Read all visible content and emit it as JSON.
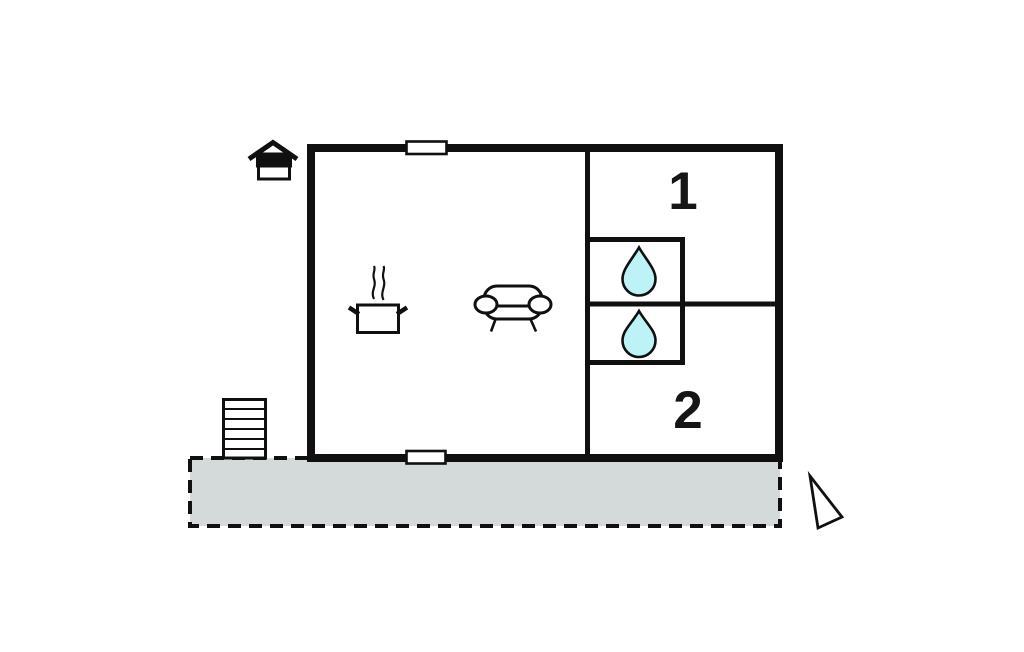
{
  "rooms": {
    "room1": {
      "label": "1"
    },
    "room2": {
      "label": "2"
    }
  },
  "icons": {
    "sauna_house": "sauna-house-icon",
    "cooking_pot": "cooking-pot-icon",
    "sofa": "sofa-icon",
    "water_drop": "water-drop-icon",
    "stairs": "stairs-icon",
    "north_arrow": "north-arrow-icon",
    "window_top": "window-marker",
    "window_bottom": "window-marker"
  },
  "colors": {
    "wall": "#101010",
    "terrace": "#d3dad9",
    "water_drop": "#bdf2f6",
    "background": "#ffffff"
  }
}
